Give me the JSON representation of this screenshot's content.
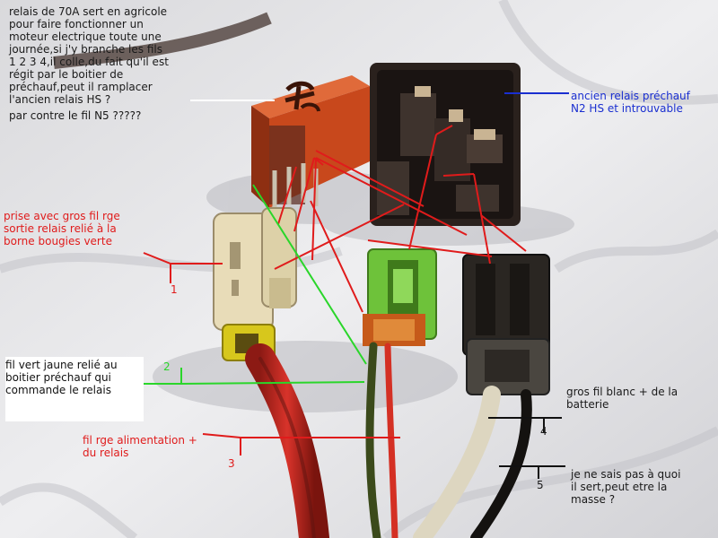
{
  "photo": {
    "colors": {
      "cloth": "#e6e6e8",
      "relay_orange": "#c8481c",
      "relay_black": "#2a211d",
      "connector_beige": "#e8dcb8",
      "connector_green": "#6ec23a",
      "annotation_red": "#e01b1b",
      "annotation_green": "#2ad62a",
      "annotation_blue": "#1a2fd0"
    }
  },
  "annotations": {
    "top_note": [
      "relais de 70A sert en agricole",
      "pour faire fonctionner un",
      "moteur electrique toute une",
      "journée,si j'y branche les fils",
      "1 2 3 4,il colle,du fait qu'il est",
      "régit par le boitier de",
      "préchauf,peut il ramplacer",
      "l'ancien relais HS ?",
      "par contre le fil N5 ?????"
    ],
    "blue_note": [
      "ancien relais préchauf",
      "N2 HS et introuvable"
    ],
    "red_note_1": [
      "prise avec gros fil rge",
      "sortie relais relié à la",
      "borne bougies verte"
    ],
    "green_note": [
      "fil vert jaune relié au",
      "boitier préchauf qui",
      "commande le relais"
    ],
    "red_note_3": [
      "fil rge alimentation +",
      "du relais"
    ],
    "white_wire_note": [
      "gros fil blanc + de la",
      "batterie"
    ],
    "black_wire_note": [
      "je ne sais pas à quoi",
      "il sert,peut etre la",
      "masse ?"
    ]
  },
  "numbers": {
    "n1": "1",
    "n2": "2",
    "n3": "3",
    "n4": "4",
    "n5": "5"
  }
}
